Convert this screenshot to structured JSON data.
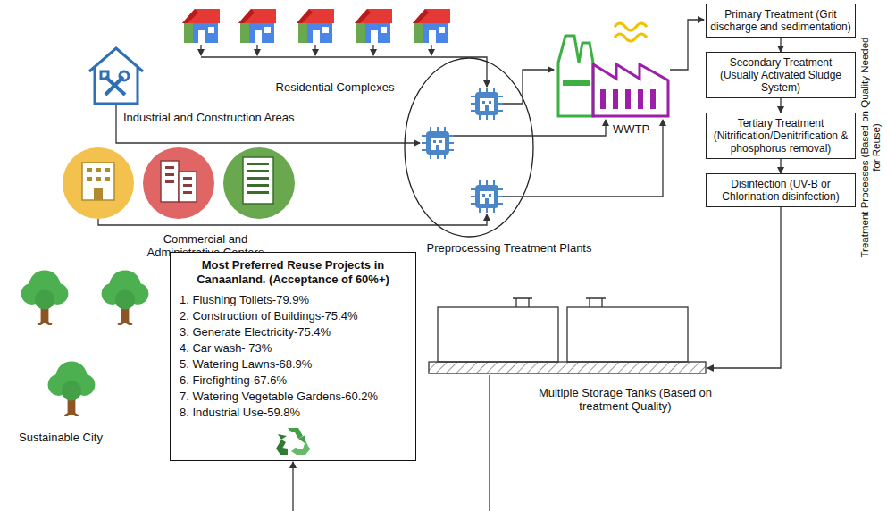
{
  "diagram": {
    "nodes": [
      {
        "text": [
          "Primary Treatment (Grit discharge and sedimentation)"
        ]
      },
      {
        "text": [
          "Secondary Treatment (Usually Activated Sludge System)"
        ]
      },
      {
        "text": [
          "Tertiary Treatment (Nitrification/Denitrification & phosphorus removal)"
        ]
      },
      {
        "text": [
          "Disinfection (UV-B or Chlorination disinfection)"
        ]
      },
      {
        "text": [
          "Most Preferred Reuse Projects in Canaanland. (Acceptance of 60%+)",
          "1. Flushing Toilets-79.9%",
          "2. Construction of Buildings-75.4%",
          "3. Generate Electricity-75.4%",
          "4. Car wash- 73%",
          "5. Watering Lawns-68.9%",
          "6. Firefighting-67.6%",
          "7. Watering Vegetable Gardens-60.2%",
          "8. Industrial Use-59.8%"
        ]
      }
    ],
    "edges": [
      {
        "from": 0,
        "to": 1,
        "arrow": "to"
      },
      {
        "from": 1,
        "to": 2,
        "arrow": "to"
      },
      {
        "from": 2,
        "to": 3,
        "arrow": "to"
      }
    ],
    "labels": [
      "Residential Complexes",
      "Industrial and Construction Areas",
      "Commercial and Administrative Centers",
      "Preprocessing Treatment Plants",
      "WWTP",
      "Treatment Processes (Based on Quality Needed for Reuse)",
      "Multiple Storage Tanks (Based on treatment Quality)",
      "Sustainable City"
    ]
  }
}
